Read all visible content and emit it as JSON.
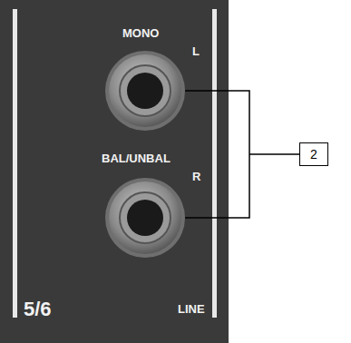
{
  "diagram": {
    "nodes": [
      {
        "text": [
          "2"
        ]
      }
    ],
    "labels": [
      "MONO",
      "L",
      "BAL/UNBAL",
      "R",
      "5/6",
      "LINE"
    ]
  }
}
